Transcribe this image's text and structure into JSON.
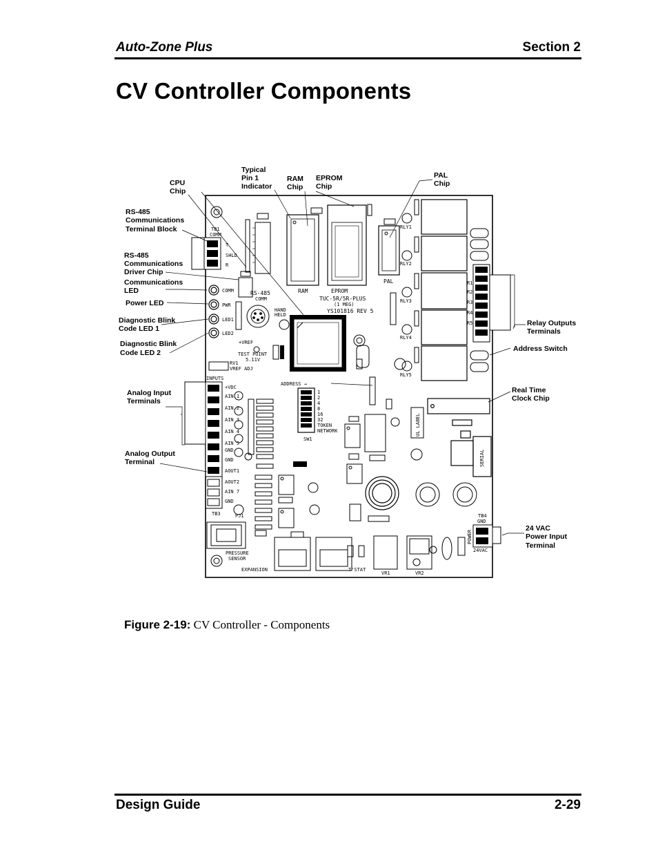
{
  "header": {
    "left": "Auto-Zone Plus",
    "right": "Section 2"
  },
  "page_title": "CV Controller Components",
  "callouts": {
    "cpu_chip": [
      "CPU",
      "Chip"
    ],
    "typical_pin": [
      "Typical",
      "Pin 1",
      "Indicator"
    ],
    "ram_chip": [
      "RAM",
      "Chip"
    ],
    "eprom_chip": [
      "EPROM",
      "Chip"
    ],
    "pal_chip": [
      "PAL",
      "Chip"
    ],
    "rs485_terminal": [
      "RS-485",
      "Communications",
      "Terminal Block"
    ],
    "rs485_driver": [
      "RS-485",
      "Communications",
      "Driver Chip"
    ],
    "comm_led": [
      "Communications",
      "LED"
    ],
    "power_led": [
      "Power LED"
    ],
    "diag_led1": [
      "Diagnostic Blink",
      "Code LED 1"
    ],
    "diag_led2": [
      "Diagnostic Blink",
      "Code LED 2"
    ],
    "analog_input": [
      "Analog Input",
      "Terminals"
    ],
    "analog_output": [
      "Analog Output",
      "Terminal"
    ],
    "relay_outputs": [
      "Relay Outputs",
      "Terminals"
    ],
    "address_switch": [
      "Address Switch"
    ],
    "rtc_chip": [
      "Real Time",
      "Clock Chip"
    ],
    "power_input": [
      "24 VAC",
      "Power Input",
      "Terminal"
    ]
  },
  "silkscreen": {
    "board_name": "TUC-5R/5R-PLUS",
    "board_mem": "(1 MEG)",
    "board_rev": "YS101816 REV 5",
    "eprom": "EPROM",
    "ram": "RAM",
    "pal": "PAL",
    "rs485": "RS-485",
    "comm": "COMM",
    "hand_held": [
      "HAND",
      "HELD"
    ],
    "tb1": [
      "TB1",
      "COMM"
    ],
    "tb1_pins": [
      "T",
      "SHLD",
      "R"
    ],
    "leds": [
      "COMM",
      "PWR",
      "LED1",
      "LED2"
    ],
    "test_point": [
      "+VREF",
      "TEST POINT",
      "5.11V"
    ],
    "vref_adj": [
      "RV1",
      "VREF ADJ"
    ],
    "inputs": "INPUTS",
    "input_pins": [
      "+VDC",
      "AIN 1",
      "AIN 2",
      "AIN 3",
      "AIN 4",
      "AIN 5",
      "GND",
      "GND",
      "AOUT1",
      "AOUT2",
      "AIN 7",
      "GND"
    ],
    "address": "ADDRESS →",
    "address_bits": [
      "1",
      "2",
      "4",
      "8",
      "16",
      "32",
      "TOKEN",
      "NETWORK"
    ],
    "sw1": "SW1",
    "relays": [
      "RLY1",
      "RLY2",
      "RLY3",
      "RLY4",
      "RLY5"
    ],
    "tb2_right": [
      "R1",
      "R2",
      "R3",
      "R4",
      "R5"
    ],
    "ul_label": "UL LABEL",
    "serial": "SERIAL",
    "pressure_sensor": [
      "PRESSURE",
      "SENSOR"
    ],
    "expansion": "EXPANSION",
    "tstat": "T'STAT",
    "vr": [
      "VR1",
      "VR2"
    ],
    "tb4": [
      "TB4",
      "GND"
    ],
    "power": "POWER",
    "vac": "24VAC",
    "tb3": "TB3",
    "pj1": "PJ1"
  },
  "caption": {
    "label": "Figure 2-19:",
    "text": " CV Controller - Components"
  },
  "footer": {
    "left": "Design Guide",
    "right": "2-29"
  }
}
